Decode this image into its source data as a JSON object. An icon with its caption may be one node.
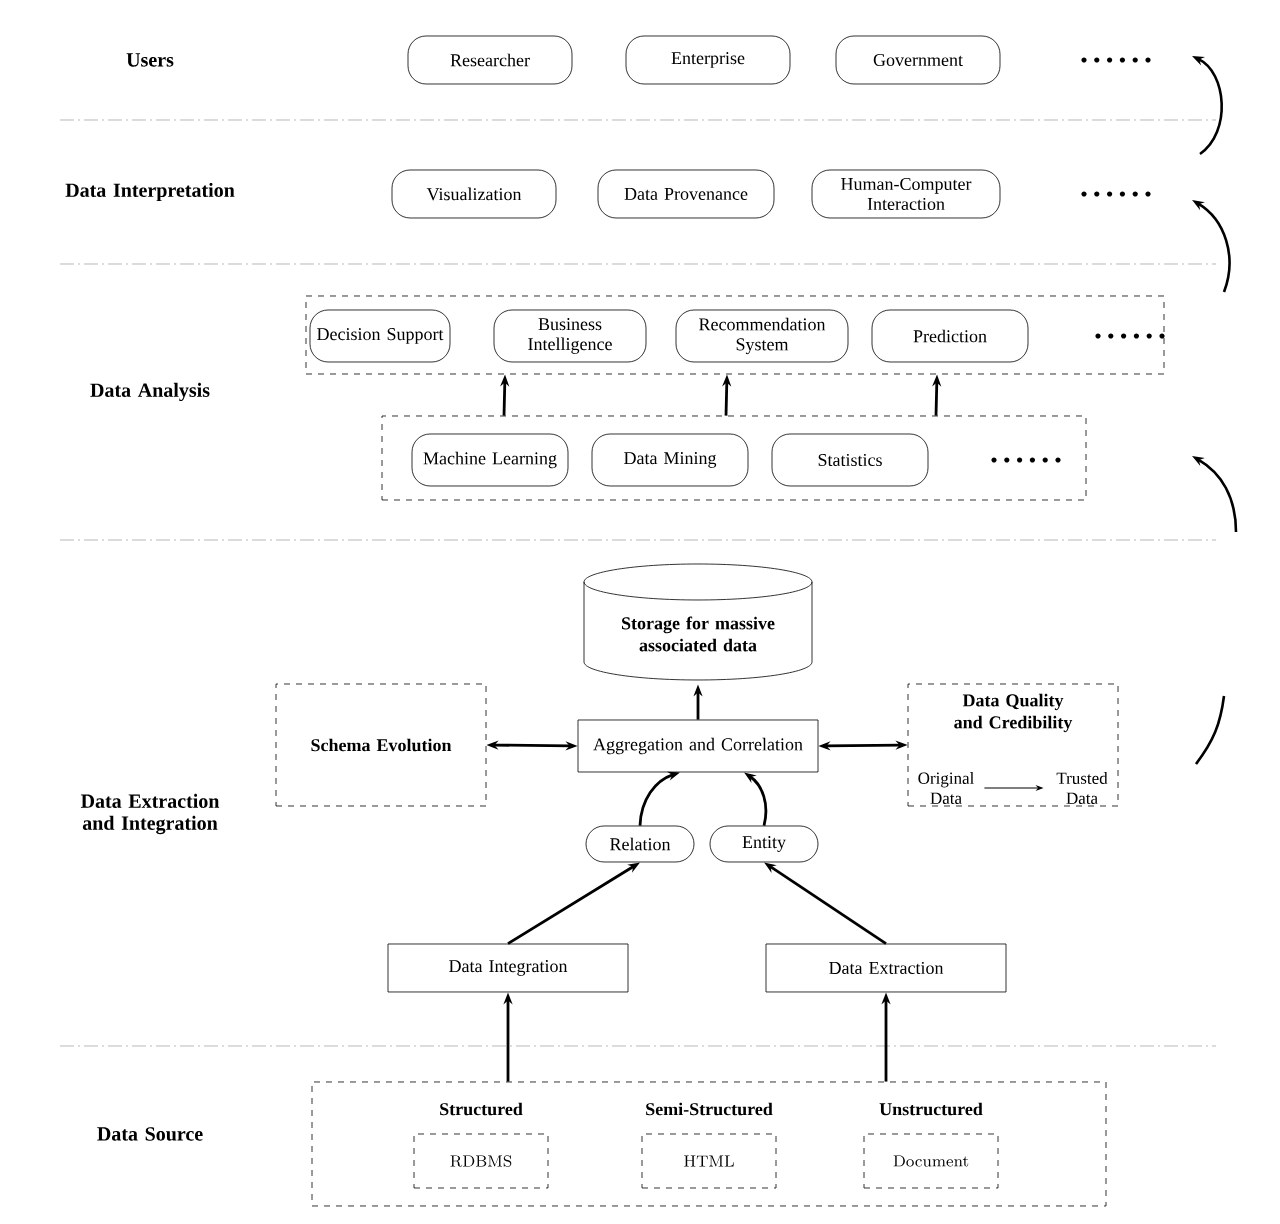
{
  "diagram": {
    "nodes": [
      {
        "text": [
          "Researcher"
        ]
      },
      {
        "text": [
          "Enterprise"
        ]
      },
      {
        "text": [
          "Government"
        ]
      },
      {
        "text": [
          "Visualization"
        ]
      },
      {
        "text": [
          "Data Provenance"
        ]
      },
      {
        "text": [
          "Human-Computer Interaction"
        ]
      },
      {
        "text": [],
        "shape": "box"
      },
      {
        "text": [
          "Decision Support"
        ],
        "in": 6
      },
      {
        "text": [
          "Business Intelligence"
        ],
        "in": 6
      },
      {
        "text": [
          "Recommendation System"
        ],
        "in": 6
      },
      {
        "text": [
          "Prediction"
        ],
        "in": 6
      },
      {
        "text": [],
        "shape": "box"
      },
      {
        "text": [
          "Machine Learning"
        ],
        "in": 11
      },
      {
        "text": [
          "Data Mining"
        ],
        "in": 11
      },
      {
        "text": [
          "Statistics"
        ],
        "in": 11
      },
      {
        "text": [
          "Storage for massive associated data"
        ]
      },
      {
        "text": [
          "Schema Evolution"
        ]
      },
      {
        "text": [
          "Aggregation and Correlation"
        ]
      },
      {
        "text": [
          "Data Quality and Credibility"
        ]
      },
      {
        "text": [
          "Original Data"
        ],
        "in": 18
      },
      {
        "text": [
          "Trusted Data"
        ],
        "in": 18
      },
      {
        "text": [
          "Relation"
        ]
      },
      {
        "text": [
          "Entity"
        ]
      },
      {
        "text": [
          "Data Integration"
        ]
      },
      {
        "text": [
          "Data Extraction"
        ]
      },
      {
        "text": [],
        "shape": "box"
      },
      {
        "text": [
          "Structured",
          "RDBMS"
        ],
        "in": 25
      },
      {
        "text": [
          "Semi-Structured",
          "HTML"
        ],
        "in": 25
      },
      {
        "text": [
          "Unstructured",
          "Document"
        ],
        "in": 25
      }
    ],
    "edges": [
      {
        "from": 11,
        "to": 6,
        "arrow": "to"
      },
      {
        "from": 11,
        "to": 6,
        "arrow": "to"
      },
      {
        "from": 11,
        "to": 6,
        "arrow": "to"
      },
      {
        "from": 17,
        "to": 15,
        "arrow": "to"
      },
      {
        "from": 16,
        "to": 17,
        "arrow": "both"
      },
      {
        "from": 17,
        "to": 18,
        "arrow": "both"
      },
      {
        "from": 19,
        "to": 20,
        "arrow": "to"
      },
      {
        "from": 21,
        "to": 17,
        "arrow": "to"
      },
      {
        "from": 22,
        "to": 17,
        "arrow": "to"
      },
      {
        "from": 23,
        "to": 21,
        "arrow": "to"
      },
      {
        "from": 24,
        "to": 22,
        "arrow": "to"
      },
      {
        "from": 25,
        "to": 23,
        "arrow": "to"
      },
      {
        "from": 25,
        "to": 24,
        "arrow": "to"
      }
    ],
    "labels": [
      "Users",
      "Data Interpretation",
      "Data Analysis",
      "Data Extraction and Integration",
      "Data Source"
    ]
  }
}
